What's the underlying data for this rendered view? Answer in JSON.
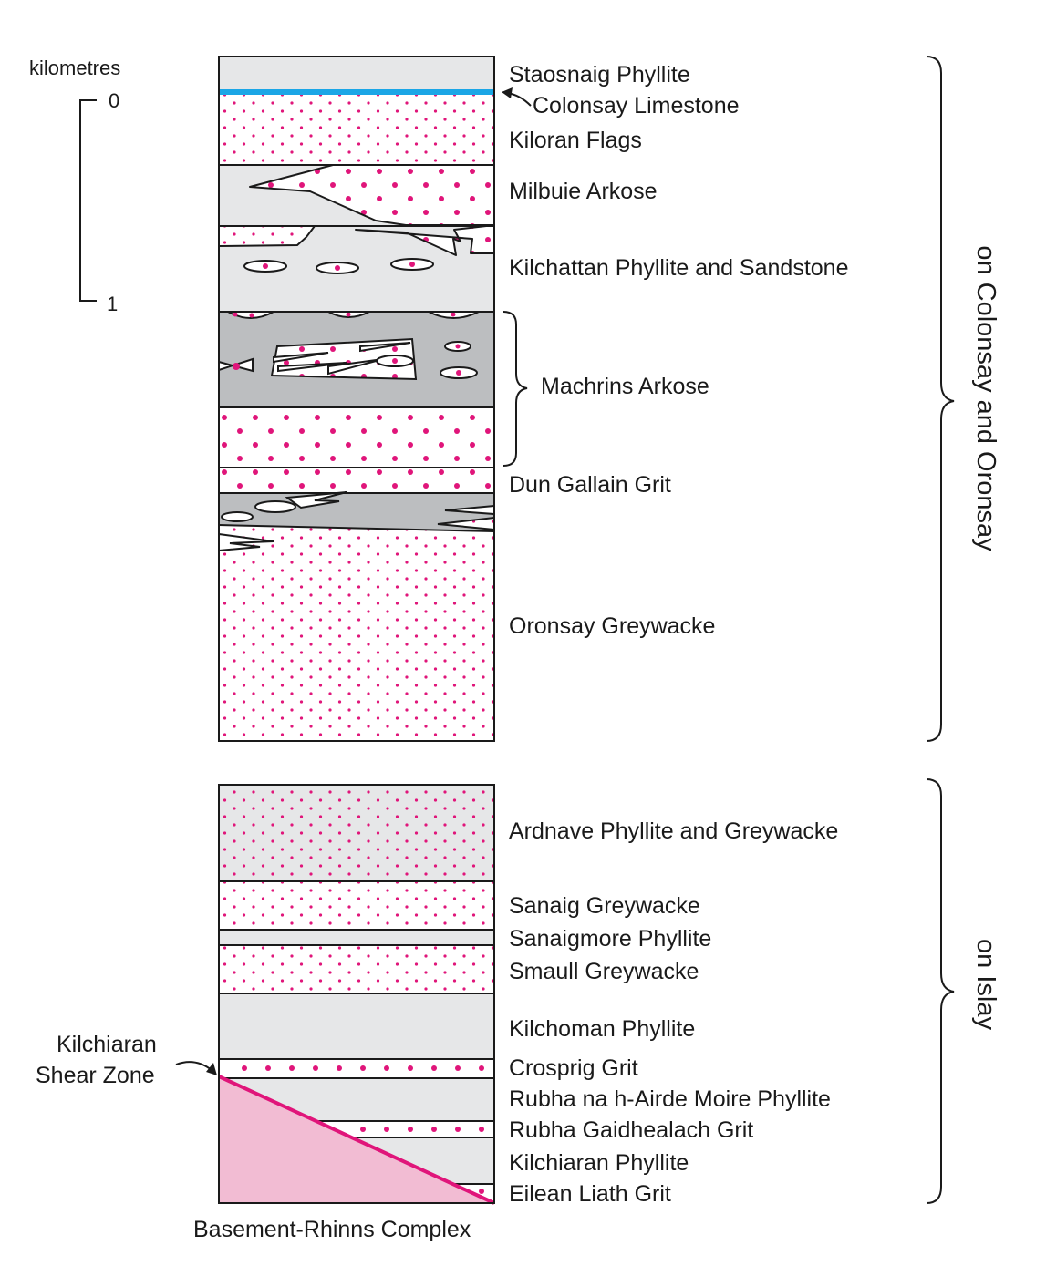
{
  "scale": {
    "unit": "kilometres",
    "tick_top": "0",
    "tick_bottom": "1"
  },
  "colors": {
    "dot": "#e0157a",
    "light_grey": "#e6e7e8",
    "dark_grey": "#bcbec0",
    "limestone": "#1ba6e6",
    "basement": "#f2bcd3",
    "line": "#1a1a1a"
  },
  "upper_column": {
    "units": [
      "Staosnaig Phyllite",
      "Colonsay Limestone",
      "Kiloran Flags",
      "Milbuie Arkose",
      "Kilchattan Phyllite and Sandstone",
      "Machrins Arkose",
      "Dun Gallain Grit",
      "Oronsay Greywacke"
    ]
  },
  "lower_column": {
    "units": [
      "Ardnave Phyllite and Greywacke",
      "Sanaig Greywacke",
      "Sanaigmore Phyllite",
      "Smaull Greywacke",
      "Kilchoman Phyllite",
      "Crosprig Grit",
      "Rubha na h-Airde Moire Phyllite",
      "Rubha Gaidhealach Grit",
      "Kilchiaran Phyllite",
      "Eilean Liath Grit"
    ]
  },
  "groups": {
    "upper": "on Colonsay and Oronsay",
    "lower": "on Islay"
  },
  "annotations": {
    "shear_zone_line1": "Kilchiaran",
    "shear_zone_line2": "Shear Zone",
    "basement": "Basement-Rhinns Complex"
  }
}
